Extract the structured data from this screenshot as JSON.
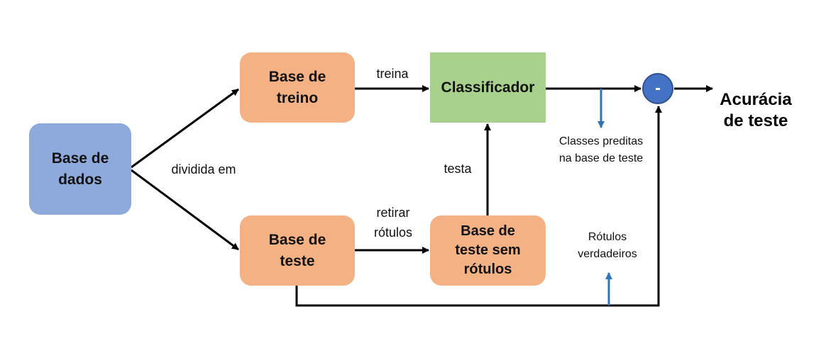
{
  "nodes": {
    "database": "Base de\ndados",
    "train": "Base de\ntreino",
    "test": "Base de\nteste",
    "classifier": "Classificador",
    "test_unlabeled": "Base de\nteste sem\nrótulos",
    "subtract": "-",
    "accuracy": "Acurácia\nde teste"
  },
  "edge_labels": {
    "split": "dividida em",
    "trains": "treina",
    "tests": "testa",
    "remove_labels": "retirar\nrótulos",
    "predicted": "Classes preditas\nna base de teste",
    "true_labels": "Rótulos\nverdadeiros"
  },
  "colors": {
    "database": "#8EA9DB",
    "train_test": "#F4B183",
    "classifier": "#A9D18E",
    "subtract": "#4472C4",
    "annotation_arrow": "#2E75B6"
  }
}
